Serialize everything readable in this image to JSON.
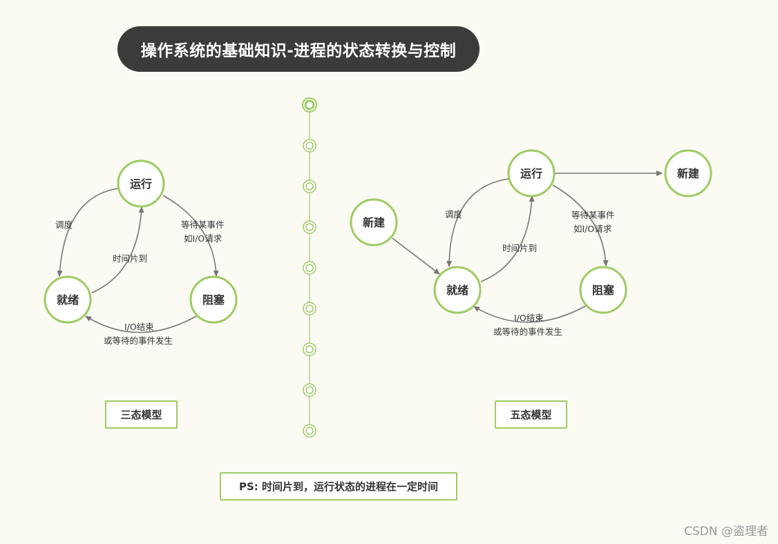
{
  "title": "操作系统的基础知识-进程的状态转换与控制",
  "three_state": {
    "nodes": {
      "running": "运行",
      "ready": "就绪",
      "blocked": "阻塞"
    },
    "edges": {
      "schedule": "调度",
      "time_slice": "时间片到",
      "wait_event_1": "等待某事件",
      "wait_event_2": "如I/O请求",
      "io_done_1": "I/O结束",
      "io_done_2": "或等待的事件发生"
    },
    "label": "三态模型"
  },
  "five_state": {
    "nodes": {
      "running": "运行",
      "new_left": "新建",
      "new_right": "新建",
      "ready": "就绪",
      "blocked": "阻塞"
    },
    "edges": {
      "schedule": "调度",
      "time_slice": "时间片到",
      "wait_event_1": "等待某事件",
      "wait_event_2": "如I/O请求",
      "io_done_1": "I/O结束",
      "io_done_2": "或等待的事件发生"
    },
    "label": "五态模型"
  },
  "note": "PS: 时间片到，运行状态的进程在一定时间",
  "watermark": "CSDN @盗理者",
  "colors": {
    "node_border": "#9ccb62",
    "arrow": "#7a7375",
    "title_bg": "#3d3a3b",
    "background": "#fbfaf3"
  }
}
